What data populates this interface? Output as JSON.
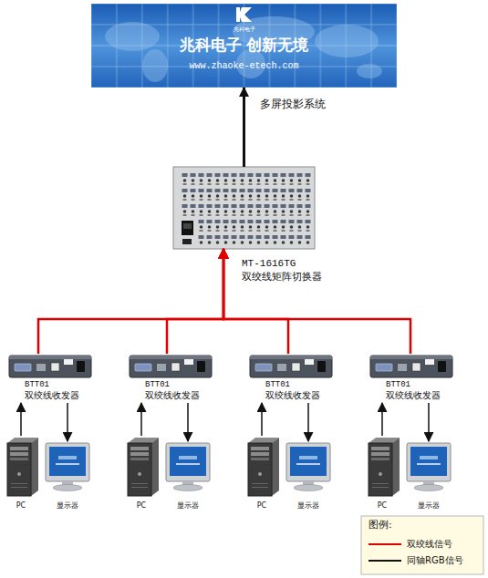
{
  "diagram": {
    "nodes": [
      {
        "text": [
          "兆科电子",
          "兆科电子  创新无境",
          "www.zhaoke-etech.com",
          "多屏投影系统"
        ]
      },
      {
        "text": [
          "MT-1616TG",
          "双绞线矩阵切换器"
        ]
      },
      {
        "text": [
          "BTT01",
          "双绞线收发器"
        ]
      },
      {
        "text": [
          "BTT01",
          "双绞线收发器"
        ]
      },
      {
        "text": [
          "BTT01",
          "双绞线收发器"
        ]
      },
      {
        "text": [
          "BTT01",
          "双绞线收发器"
        ]
      },
      {
        "text": [
          "PC"
        ]
      },
      {
        "text": [
          "显示器"
        ]
      },
      {
        "text": [
          "PC"
        ]
      },
      {
        "text": [
          "显示器"
        ]
      },
      {
        "text": [
          "PC"
        ]
      },
      {
        "text": [
          "显示器"
        ]
      },
      {
        "text": [
          "PC"
        ]
      },
      {
        "text": [
          "显示器"
        ]
      }
    ],
    "edges": [
      {
        "from": 1,
        "to": 0,
        "arrow": "to"
      },
      {
        "from": 2,
        "to": 1,
        "arrow": "to"
      },
      {
        "from": 3,
        "to": 1,
        "arrow": "to"
      },
      {
        "from": 4,
        "to": 1,
        "arrow": "to"
      },
      {
        "from": 5,
        "to": 1,
        "arrow": "to"
      },
      {
        "from": 6,
        "to": 2,
        "arrow": "to"
      },
      {
        "from": 2,
        "to": 7,
        "arrow": "to"
      },
      {
        "from": 8,
        "to": 3,
        "arrow": "to"
      },
      {
        "from": 3,
        "to": 9,
        "arrow": "to"
      },
      {
        "from": 10,
        "to": 4,
        "arrow": "to"
      },
      {
        "from": 4,
        "to": 11,
        "arrow": "to"
      },
      {
        "from": 12,
        "to": 5,
        "arrow": "to"
      },
      {
        "from": 5,
        "to": 13,
        "arrow": "to"
      }
    ],
    "labels": [
      "图例:"
    ],
    "legend": [
      {
        "text": "双绞线信号"
      },
      {
        "text": "同轴RGB信号"
      }
    ]
  }
}
